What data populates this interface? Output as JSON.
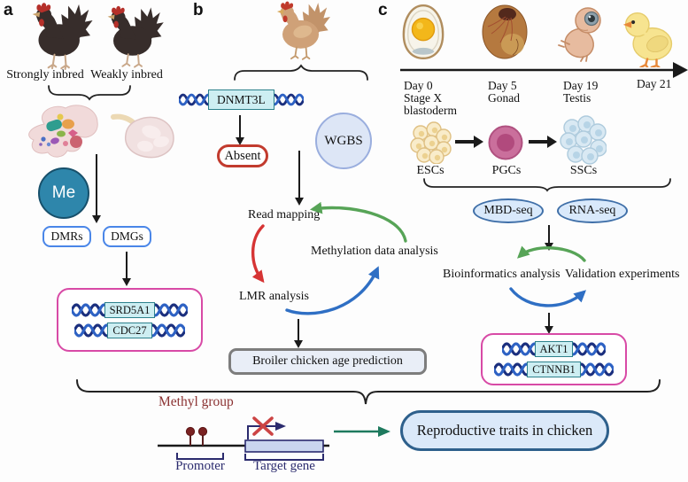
{
  "panel_a": {
    "label": "a",
    "group_left": "Strongly inbred",
    "group_right": "Weakly inbred",
    "methyl_circle": "Me",
    "box_dmrs": "DMRs",
    "box_dmgs": "DMGs",
    "genes": [
      "SRD5A1",
      "CDC27"
    ]
  },
  "panel_b": {
    "label": "b",
    "gene_box": "DNMT3L",
    "status": "Absent",
    "method_circle": "WGBS",
    "cycle_read": "Read mapping",
    "cycle_methylation": "Methylation data analysis",
    "cycle_lmr": "LMR analysis",
    "result": "Broiler chicken age prediction"
  },
  "panel_c": {
    "label": "c",
    "timeline": [
      [
        "Day 0",
        "Stage X",
        "blastoderm"
      ],
      [
        "Day 5",
        "Gonad"
      ],
      [
        "Day 19",
        "Testis"
      ],
      [
        "Day 21"
      ]
    ],
    "cells": [
      "ESCs",
      "PGCs",
      "SSCs"
    ],
    "methods": [
      "MBD-seq",
      "RNA-seq"
    ],
    "loop_left": "Bioinformatics analysis",
    "loop_right": "Validation experiments",
    "genes": [
      "AKT1",
      "CTNNB1"
    ]
  },
  "bottom": {
    "brace_label": "Methyl group",
    "promoter": "Promoter",
    "target_gene": "Target gene",
    "outcome": "Reproductive traits in chicken"
  },
  "icons": {
    "rooster-dark-icon": "svg-shape",
    "hen-tan-icon": "svg-shape",
    "hypothalamus-icon": "svg-shape",
    "testis-icon": "svg-shape",
    "egg-day0-icon": "svg-shape",
    "embryo-egg-day5-icon": "svg-shape",
    "embryo-day19-icon": "svg-shape",
    "chick-day21-icon": "svg-shape",
    "esc-cells-icon": "svg-shape",
    "pgc-cell-icon": "svg-shape",
    "ssc-cells-icon": "svg-shape",
    "dna-helix-icon": "svg-shape",
    "methyl-lollipop-icon": "svg-shape",
    "red-cross-icon": "svg-shape"
  },
  "colors": {
    "dna_dark": "#1b2f7e",
    "dna_light": "#2e62c4",
    "gene_label_fill": "#cdeef2",
    "gene_label_border": "#2c818c",
    "pink_box_border": "#d84aa6",
    "methyl_circle_fill": "#2e86ab",
    "dmr_box_border": "#4a86e8",
    "absent_border": "#c23b2e",
    "wgbs_fill": "#dde6f6",
    "wgbs_border": "#9aaede",
    "result_fill": "#e9eef7",
    "result_border": "#7d7d7d",
    "seq_fill": "#d9e9fb",
    "seq_border": "#3f6fa8",
    "outcome_fill": "#dbe9f9",
    "outcome_border": "#2e608c",
    "arc_red": "#d63434",
    "arc_blue": "#2f6fc4",
    "arc_green": "#57a457",
    "outcome_arrow_green": "#1e7a5e",
    "methyl_text": "#8b3232",
    "gene_diagram_navy": "#2b2b6e",
    "red_x": "#cc4444",
    "lollipop": "#7a2222"
  }
}
